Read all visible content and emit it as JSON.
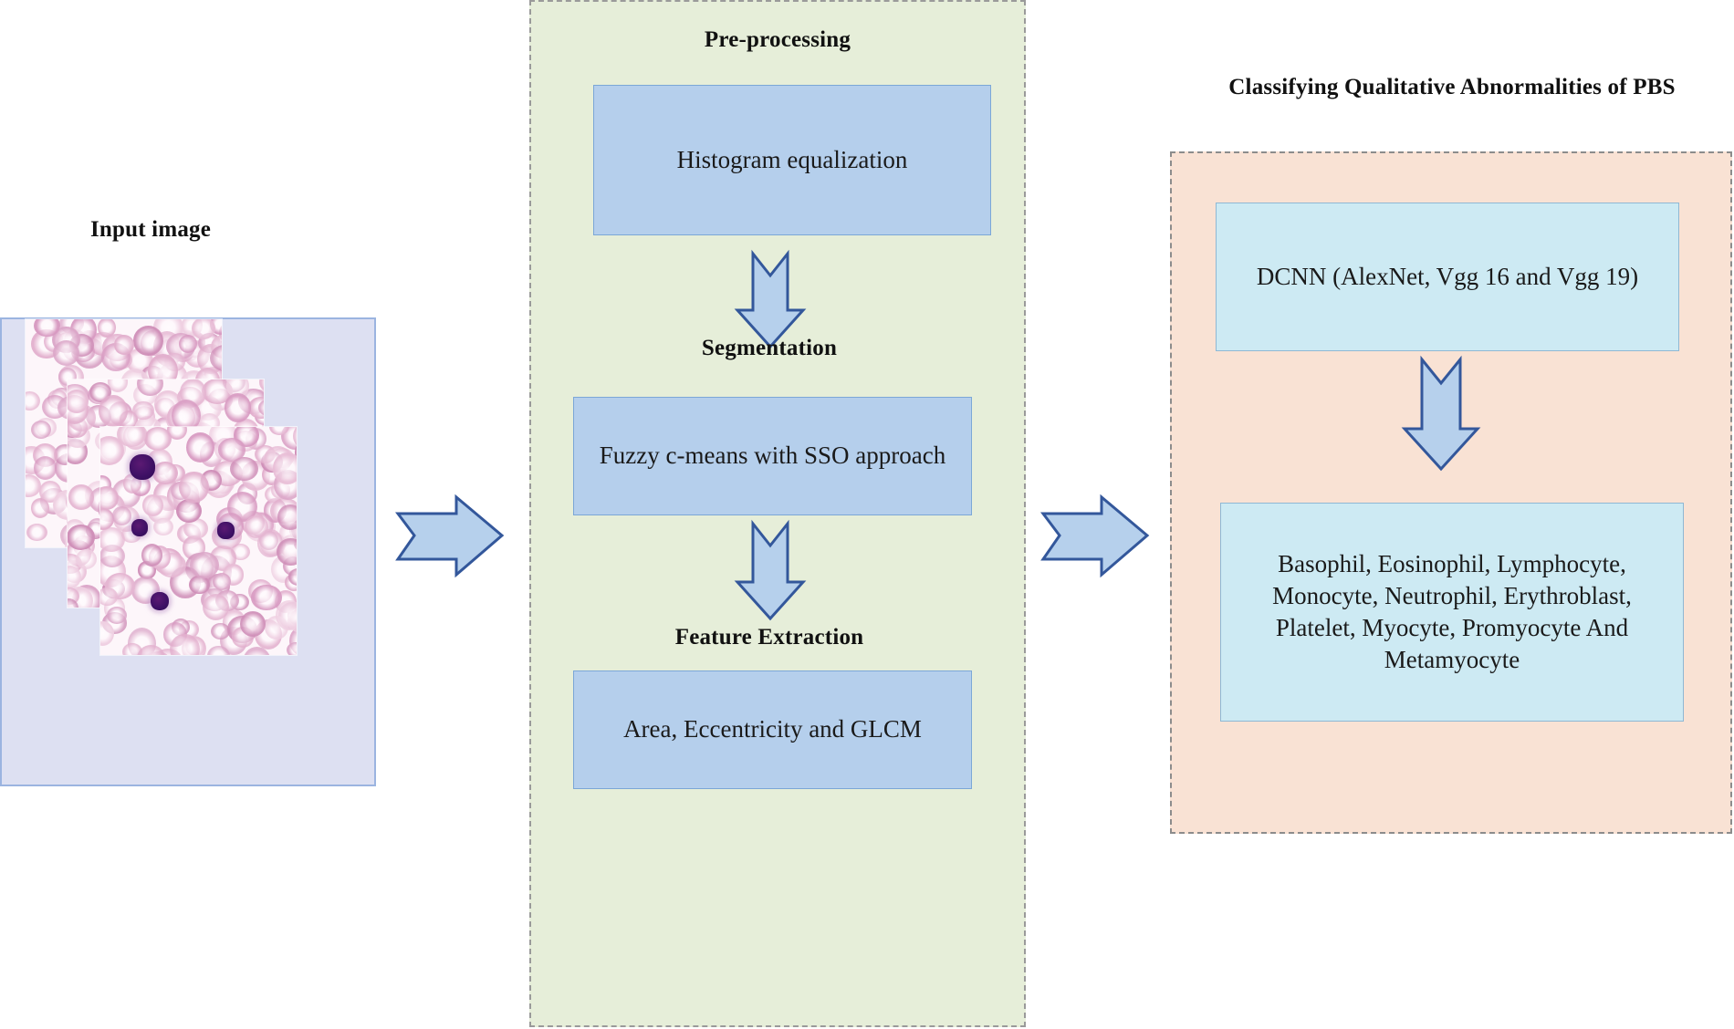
{
  "diagram": {
    "title_input": "Input image",
    "title_classify": "Classifying Qualitative Abnormalities of PBS",
    "colors": {
      "input_panel_bg": "#dde0f2",
      "input_panel_border": "#9bb4e0",
      "mid_panel_bg": "#e6eed9",
      "mid_panel_border": "#9a9a9a",
      "right_panel_bg": "#f9e2d4",
      "right_panel_border": "#8c8c8c",
      "flow_box_bg": "#b5cfec",
      "flow_box_border": "#7ba7d7",
      "class_box_bg": "#cdeaf3",
      "class_box_border": "#8fb8d4",
      "arrow_fill": "#b6d0ec",
      "arrow_stroke": "#33579b"
    }
  },
  "input_stage": {
    "label": "Input image",
    "image_name": "peripheral-blood-smear",
    "image_count": 3
  },
  "pipeline": {
    "steps": [
      {
        "heading": "Pre-processing",
        "box_label": "Histogram equalization",
        "name": "pre-processing"
      },
      {
        "heading": "Segmentation",
        "box_label": "Fuzzy c-means with SSO approach",
        "name": "segmentation"
      },
      {
        "heading": "Feature Extraction",
        "box_label": "Area, Eccentricity and GLCM",
        "name": "feature-extraction"
      }
    ]
  },
  "classification": {
    "heading": "Classifying Qualitative Abnormalities of PBS",
    "model_box_label": "DCNN (AlexNet, Vgg 16 and Vgg 19)",
    "classes_label": "Basophil, Eosinophil, Lymphocyte, Monocyte, Neutrophil, Erythroblast, Platelet, Myocyte, Promyocyte And Metamyocyte",
    "classes": [
      "Basophil",
      "Eosinophil",
      "Lymphocyte",
      "Monocyte",
      "Neutrophil",
      "Erythroblast",
      "Platelet",
      "Myocyte",
      "Promyocyte",
      "Metamyocyte"
    ]
  },
  "connectors": [
    {
      "name": "input-to-preprocessing",
      "direction": "right"
    },
    {
      "name": "preprocessing-to-segmentation",
      "direction": "down"
    },
    {
      "name": "segmentation-to-feature-extraction",
      "direction": "down"
    },
    {
      "name": "features-to-classification",
      "direction": "right"
    },
    {
      "name": "dcnn-to-classes",
      "direction": "down"
    }
  ]
}
